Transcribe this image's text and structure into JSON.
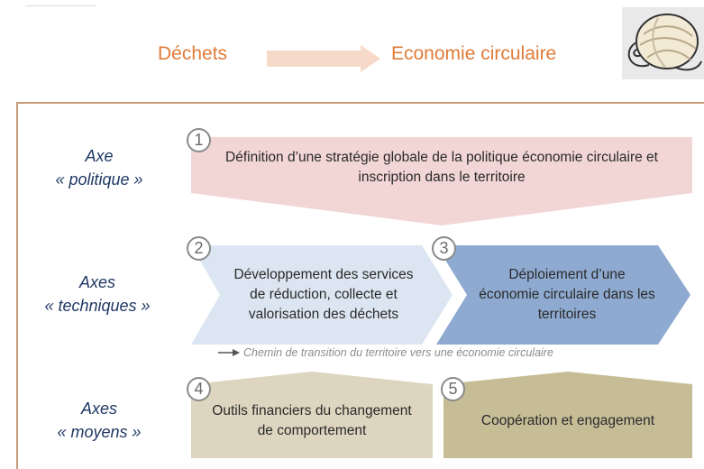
{
  "header": {
    "from_label": "Déchets",
    "to_label": "Economie circulaire"
  },
  "axes": {
    "political": {
      "line1": "Axe",
      "line2": "« politique »"
    },
    "technical": {
      "line1": "Axes",
      "line2": "« techniques »"
    },
    "means": {
      "line1": "Axes",
      "line2": "« moyens »"
    }
  },
  "steps": [
    {
      "number": "1",
      "text": "Définition d’une stratégie globale de la politique économie circulaire et inscription dans le territoire",
      "color": "#f2d5d5"
    },
    {
      "number": "2",
      "text": "Développement des services de réduction, collecte et valorisation des déchets",
      "color": "#dce6f2"
    },
    {
      "number": "3",
      "text": "Déploiement d’une économie circulaire dans les territoires",
      "color": "#8eaad0"
    },
    {
      "number": "4",
      "text": "Outils financiers du changement de comportement",
      "color": "#ddd5bf"
    },
    {
      "number": "5",
      "text": "Coopération et engagement",
      "color": "#c6bd97"
    }
  ],
  "transition_note": "Chemin de transition du territoire vers une économie circulaire",
  "colors": {
    "header_text": "#e07b39",
    "header_arrow": "#f6d9c9",
    "axis_text": "#1f3864",
    "frame_border": "#c69a7a"
  }
}
